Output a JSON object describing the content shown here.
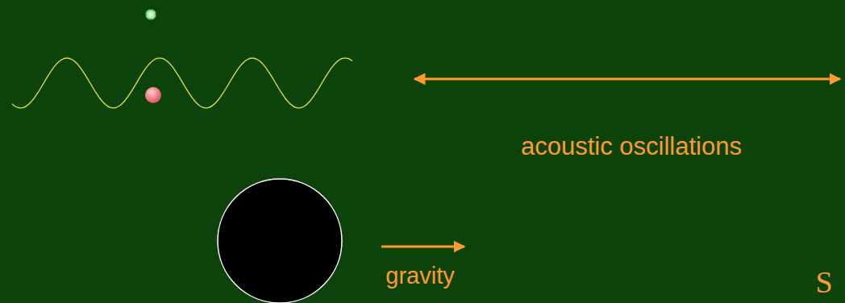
{
  "diagram": {
    "labels": [
      "acoustic oscillations",
      "gravity",
      "S"
    ]
  }
}
